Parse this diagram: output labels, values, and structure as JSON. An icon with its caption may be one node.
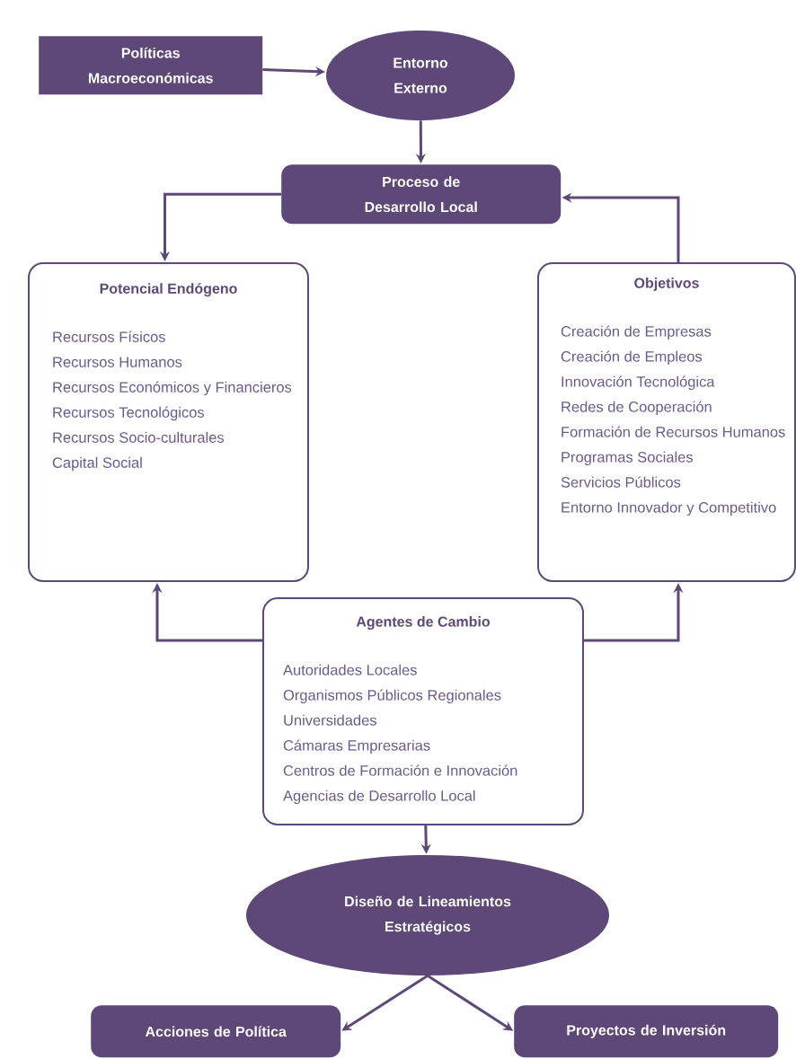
{
  "diagram": {
    "nodes": [
      {
        "text": [
          "Políticas Macroeconómicas"
        ]
      },
      {
        "text": [
          "Entorno Externo"
        ]
      },
      {
        "text": [
          "Proceso de Desarrollo Local"
        ]
      },
      {
        "text": [
          "Potencial Endógeno",
          "Recursos Físicos",
          "Recursos Humanos",
          "Recursos Económicos y Financieros",
          "Recursos Tecnológicos",
          "Recursos Socio-culturales",
          "Capital Social"
        ]
      },
      {
        "text": [
          "Objetivos",
          "Creación de Empresas",
          "Creación de Empleos",
          "Innovación Tecnológica",
          "Redes de Cooperación",
          "Formación de Recursos Humanos",
          "Programas Sociales",
          "Servicios Públicos",
          "Entorno Innovador y Competitivo"
        ]
      },
      {
        "text": [
          "Agentes de Cambio",
          "Autoridades Locales",
          "Organismos Públicos Regionales",
          "Universidades",
          "Cámaras Empresarias",
          "Centros de Formación e Innovación",
          "Agencias de Desarrollo Local"
        ]
      },
      {
        "text": [
          "Diseño de Lineamientos Estratégicos"
        ]
      },
      {
        "text": [
          "Acciones de Política"
        ]
      },
      {
        "text": [
          "Proyectos de Inversión"
        ]
      }
    ],
    "edges": [
      {
        "from": 0,
        "to": 1,
        "arrow": "to"
      },
      {
        "from": 1,
        "to": 2,
        "arrow": "to"
      },
      {
        "from": 2,
        "to": 3,
        "arrow": "to"
      },
      {
        "from": 4,
        "to": 2,
        "arrow": "to"
      },
      {
        "from": 5,
        "to": 3,
        "arrow": "to"
      },
      {
        "from": 5,
        "to": 4,
        "arrow": "to"
      },
      {
        "from": 5,
        "to": 6,
        "arrow": "to"
      },
      {
        "from": 6,
        "to": 7,
        "arrow": "to"
      },
      {
        "from": 6,
        "to": 8,
        "arrow": "to"
      }
    ]
  }
}
